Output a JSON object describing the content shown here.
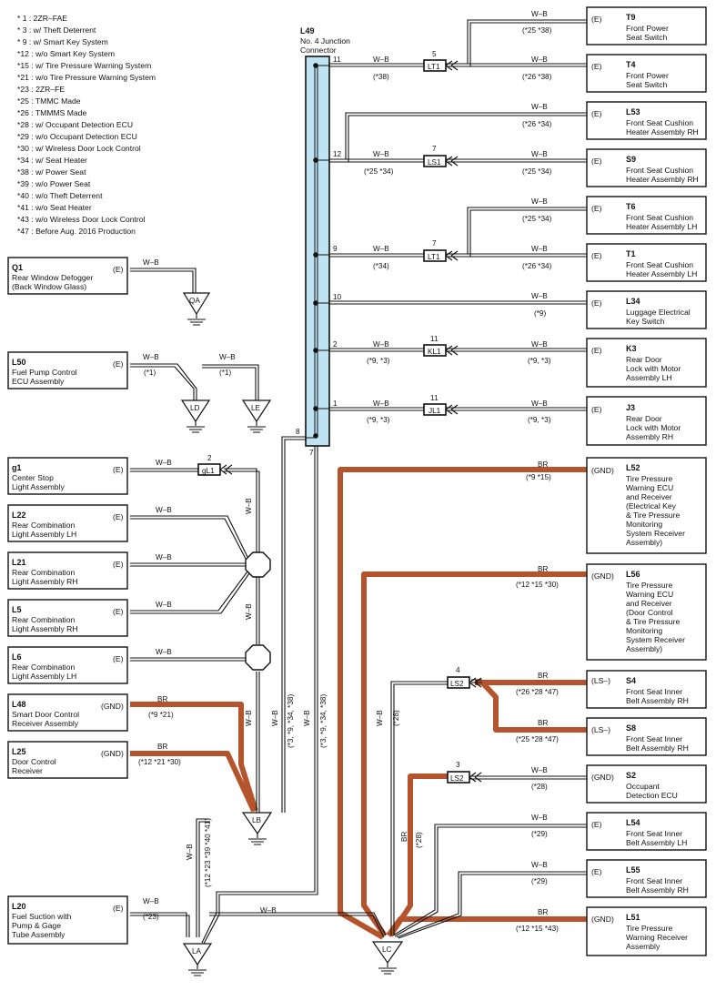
{
  "footnotes": [
    "* 1 : 2ZR–FAE",
    "* 3 : w/ Theft Deterrent",
    "* 9 : w/ Smart Key System",
    "*12 : w/o Smart Key System",
    "*15 : w/ Tire Pressure Warning System",
    "*21 : w/o Tire Pressure Warning System",
    "*23 : 2ZR–FE",
    "*25 : TMMC Made",
    "*26 : TMMMS Made",
    "*28 : w/ Occupant Detection ECU",
    "*29 : w/o Occupant Detection ECU",
    "*30 : w/ Wireless Door Lock Control",
    "*34 : w/ Seat Heater",
    "*38 : w/ Power Seat",
    "*39 : w/o Power Seat",
    "*40 : w/o Theft Deterrent",
    "*41 : w/o Seat Heater",
    "*43 : w/o Wireless Door Lock Control",
    "*47 : Before Aug.  2016 Production"
  ],
  "junction": {
    "id": "L49",
    "name1": "No. 4 Junction",
    "name2": "Connector",
    "pin_bottom_left": "8",
    "pin_bottom": "7"
  },
  "wire": {
    "wb": "W–B",
    "br": "BR"
  },
  "right_components": [
    {
      "id": "T9",
      "terminal": "(E)",
      "lines": [
        "Front Power",
        "Seat Switch"
      ],
      "note": "(*25 *38)"
    },
    {
      "id": "T4",
      "terminal": "(E)",
      "lines": [
        "Front Power",
        "Seat Switch"
      ],
      "note": "(*26 *38)"
    },
    {
      "id": "L53",
      "terminal": "(E)",
      "lines": [
        "Front Seat Cushion",
        "Heater Assembly RH"
      ],
      "note": "(*26 *34)"
    },
    {
      "id": "S9",
      "terminal": "(E)",
      "lines": [
        "Front Seat Cushion",
        "Heater Assembly RH"
      ],
      "note": "(*25 *34)"
    },
    {
      "id": "T6",
      "terminal": "(E)",
      "lines": [
        "Front Seat Cushion",
        "Heater Assembly LH"
      ],
      "note": "(*25 *34)"
    },
    {
      "id": "T1",
      "terminal": "(E)",
      "lines": [
        "Front Seat Cushion",
        "Heater Assembly LH"
      ],
      "note": "(*26 *34)"
    },
    {
      "id": "L34",
      "terminal": "(E)",
      "lines": [
        "Luggage Electrical",
        "Key Switch"
      ],
      "note": "(*9)"
    },
    {
      "id": "K3",
      "terminal": "(E)",
      "lines": [
        "Rear Door",
        "Lock with Motor",
        "Assembly LH"
      ],
      "note": "(*9, *3)"
    },
    {
      "id": "J3",
      "terminal": "(E)",
      "lines": [
        "Rear Door",
        "Lock with Motor",
        "Assembly RH"
      ],
      "note": "(*9, *3)"
    },
    {
      "id": "L52",
      "terminal": "(GND)",
      "lines": [
        "Tire Pressure",
        "Warning ECU",
        "and Receiver",
        "(Electrical Key",
        " & Tire Pressure",
        "Monitoring",
        "System Receiver",
        "Assembly)"
      ],
      "note": "(*9 *15)"
    },
    {
      "id": "L56",
      "terminal": "(GND)",
      "lines": [
        "Tire Pressure",
        "Warning ECU",
        "and Receiver",
        "(Door Control",
        " & Tire Pressure",
        "Monitoring",
        "System Receiver",
        "Assembly)"
      ],
      "note": "(*12 *15 *30)"
    },
    {
      "id": "S4",
      "terminal": "(LS–)",
      "lines": [
        "Front Seat Inner",
        "Belt Assembly RH"
      ],
      "note": "(*26 *28 *47)"
    },
    {
      "id": "S8",
      "terminal": "(LS–)",
      "lines": [
        "Front Seat Inner",
        "Belt Assembly RH"
      ],
      "note": "(*25 *28 *47)"
    },
    {
      "id": "S2",
      "terminal": "(GND)",
      "lines": [
        "Occupant",
        "Detection ECU"
      ],
      "note": "(*28)"
    },
    {
      "id": "L54",
      "terminal": "(E)",
      "lines": [
        "Front Seat Inner",
        "Belt Assembly LH"
      ],
      "note": "(*29)"
    },
    {
      "id": "L55",
      "terminal": "(E)",
      "lines": [
        "Front Seat Inner",
        "Belt Assembly RH"
      ],
      "note": "(*29)"
    },
    {
      "id": "L51",
      "terminal": "(GND)",
      "lines": [
        "Tire Pressure",
        "Warning Receiver",
        "Assembly"
      ],
      "note": "(*12 *15 *43)"
    }
  ],
  "left_components": [
    {
      "id": "Q1",
      "terminal": "(E)",
      "lines": [
        "Rear Window Defogger",
        "(Back Window Glass)"
      ],
      "note": ""
    },
    {
      "id": "L50",
      "terminal": "(E)",
      "lines": [
        "Fuel Pump Control",
        "ECU Assembly"
      ],
      "note": "(*1)"
    },
    {
      "id": "g1",
      "terminal": "(E)",
      "lines": [
        "Center Stop",
        "Light Assembly"
      ],
      "note": ""
    },
    {
      "id": "L22",
      "terminal": "(E)",
      "lines": [
        "Rear Combination",
        "Light Assembly LH"
      ],
      "note": ""
    },
    {
      "id": "L21",
      "terminal": "(E)",
      "lines": [
        "Rear Combination",
        "Light Assembly RH"
      ],
      "note": ""
    },
    {
      "id": "L5",
      "terminal": "(E)",
      "lines": [
        "Rear Combination",
        "Light Assembly RH"
      ],
      "note": ""
    },
    {
      "id": "L6",
      "terminal": "(E)",
      "lines": [
        "Rear Combination",
        "Light Assembly LH"
      ],
      "note": ""
    },
    {
      "id": "L48",
      "terminal": "(GND)",
      "lines": [
        "Smart Door Control",
        "Receiver Assembly"
      ],
      "note": "(*9 *21)"
    },
    {
      "id": "L25",
      "terminal": "(GND)",
      "lines": [
        "Door Control",
        "Receiver"
      ],
      "note": "(*12 *21 *30)"
    },
    {
      "id": "L20",
      "terminal": "(E)",
      "lines": [
        "Fuel Suction with",
        "Pump & Gage",
        "Tube Assembly"
      ],
      "note": "(*23)"
    }
  ],
  "connectors": [
    {
      "label": "LT1",
      "pin": "5"
    },
    {
      "label": "LS1",
      "pin": "7"
    },
    {
      "label": "LT1",
      "pin": "7"
    },
    {
      "label": "KL1",
      "pin": "11"
    },
    {
      "label": "JL1",
      "pin": "11"
    },
    {
      "label": "gL1",
      "pin": "2"
    },
    {
      "label": "LS2",
      "pin": "4"
    },
    {
      "label": "LS2",
      "pin": "3"
    }
  ],
  "pins": [
    "11",
    "12",
    "9",
    "10",
    "2",
    "1"
  ],
  "pin_notes": [
    "(*38)",
    "(*25 *34)",
    "(*34)",
    "(*9, *3)",
    "(*9, *3)",
    "(*1)"
  ],
  "grounds": [
    "QA",
    "LD",
    "LE",
    "LB",
    "LA",
    "LC"
  ],
  "vertical_notes": [
    "(*3, *9, *34, *38)",
    "(*3, *9, *34, *38)",
    "(*28)",
    "(*12 *23 *39 *40 *41)",
    "(*28)"
  ]
}
